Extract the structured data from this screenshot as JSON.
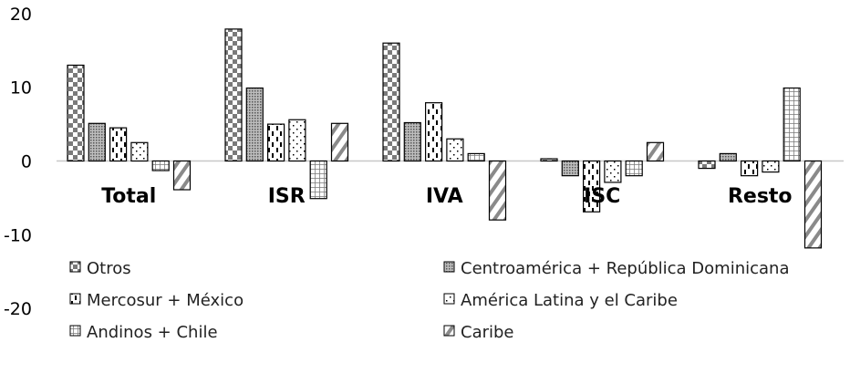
{
  "chart_data": {
    "type": "bar",
    "title": "",
    "xlabel": "",
    "ylabel": "",
    "ylim": [
      -20,
      20
    ],
    "yticks": [
      20,
      10,
      0,
      -10,
      -20
    ],
    "grid": false,
    "legend_position": "bottom",
    "categories": [
      "Total",
      "ISR",
      "IVA",
      "ISC",
      "Resto"
    ],
    "series": [
      {
        "name": "Otros",
        "pattern": "checker",
        "values": [
          13.0,
          17.9,
          16.0,
          0.3,
          -1.0
        ]
      },
      {
        "name": "Centroamérica + República Dominicana",
        "pattern": "dots-dense",
        "values": [
          5.1,
          9.9,
          5.2,
          -2.0,
          1.0
        ]
      },
      {
        "name": "Mercosur + México",
        "pattern": "dashes",
        "values": [
          4.5,
          5.0,
          7.9,
          -6.9,
          -2.0
        ]
      },
      {
        "name": "América Latina y el Caribe",
        "pattern": "dots-sparse",
        "values": [
          2.5,
          5.6,
          3.0,
          -2.9,
          -1.5
        ]
      },
      {
        "name": "Andinos + Chile",
        "pattern": "grid",
        "values": [
          -1.3,
          -5.1,
          1.0,
          -2.0,
          9.9
        ]
      },
      {
        "name": "Caribe",
        "pattern": "diagonal",
        "values": [
          -3.9,
          5.1,
          -8.0,
          2.5,
          -11.8
        ]
      }
    ]
  }
}
